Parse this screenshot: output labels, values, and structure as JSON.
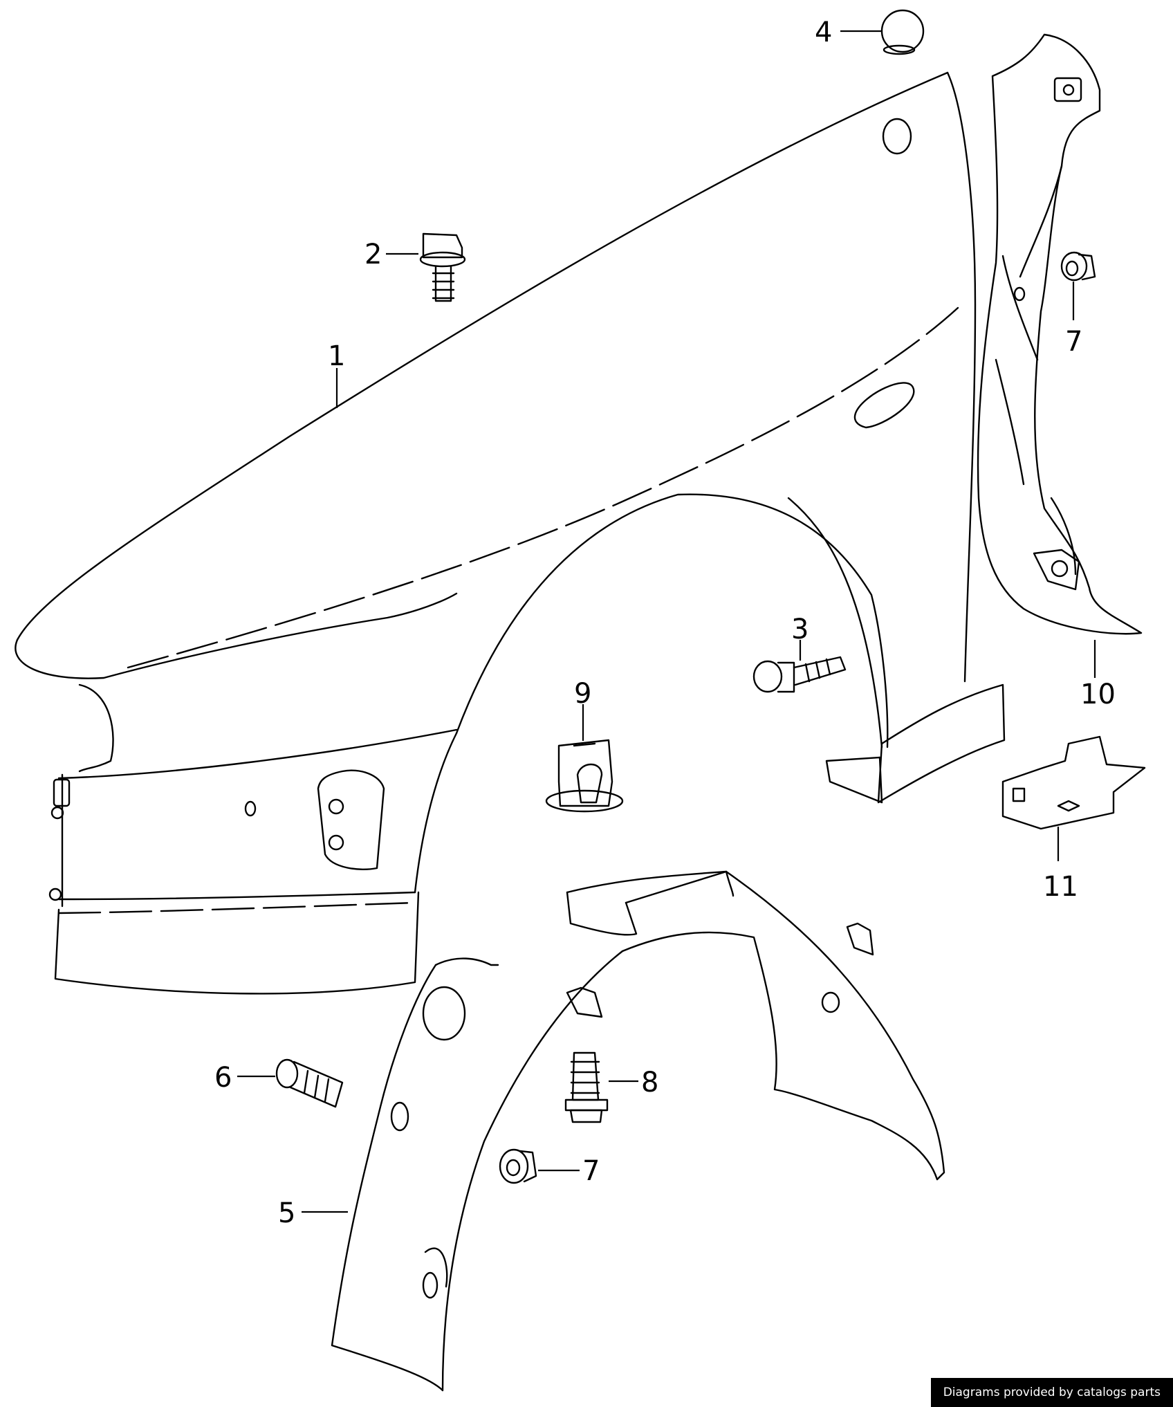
{
  "callouts": [
    {
      "id": "1",
      "label": "1"
    },
    {
      "id": "2",
      "label": "2"
    },
    {
      "id": "3",
      "label": "3"
    },
    {
      "id": "4",
      "label": "4"
    },
    {
      "id": "5",
      "label": "5"
    },
    {
      "id": "6",
      "label": "6"
    },
    {
      "id": "7a",
      "label": "7"
    },
    {
      "id": "7b",
      "label": "7"
    },
    {
      "id": "8",
      "label": "8"
    },
    {
      "id": "9",
      "label": "9"
    },
    {
      "id": "10",
      "label": "10"
    },
    {
      "id": "11",
      "label": "11"
    }
  ],
  "credit": "Diagrams provided by catalogs parts"
}
